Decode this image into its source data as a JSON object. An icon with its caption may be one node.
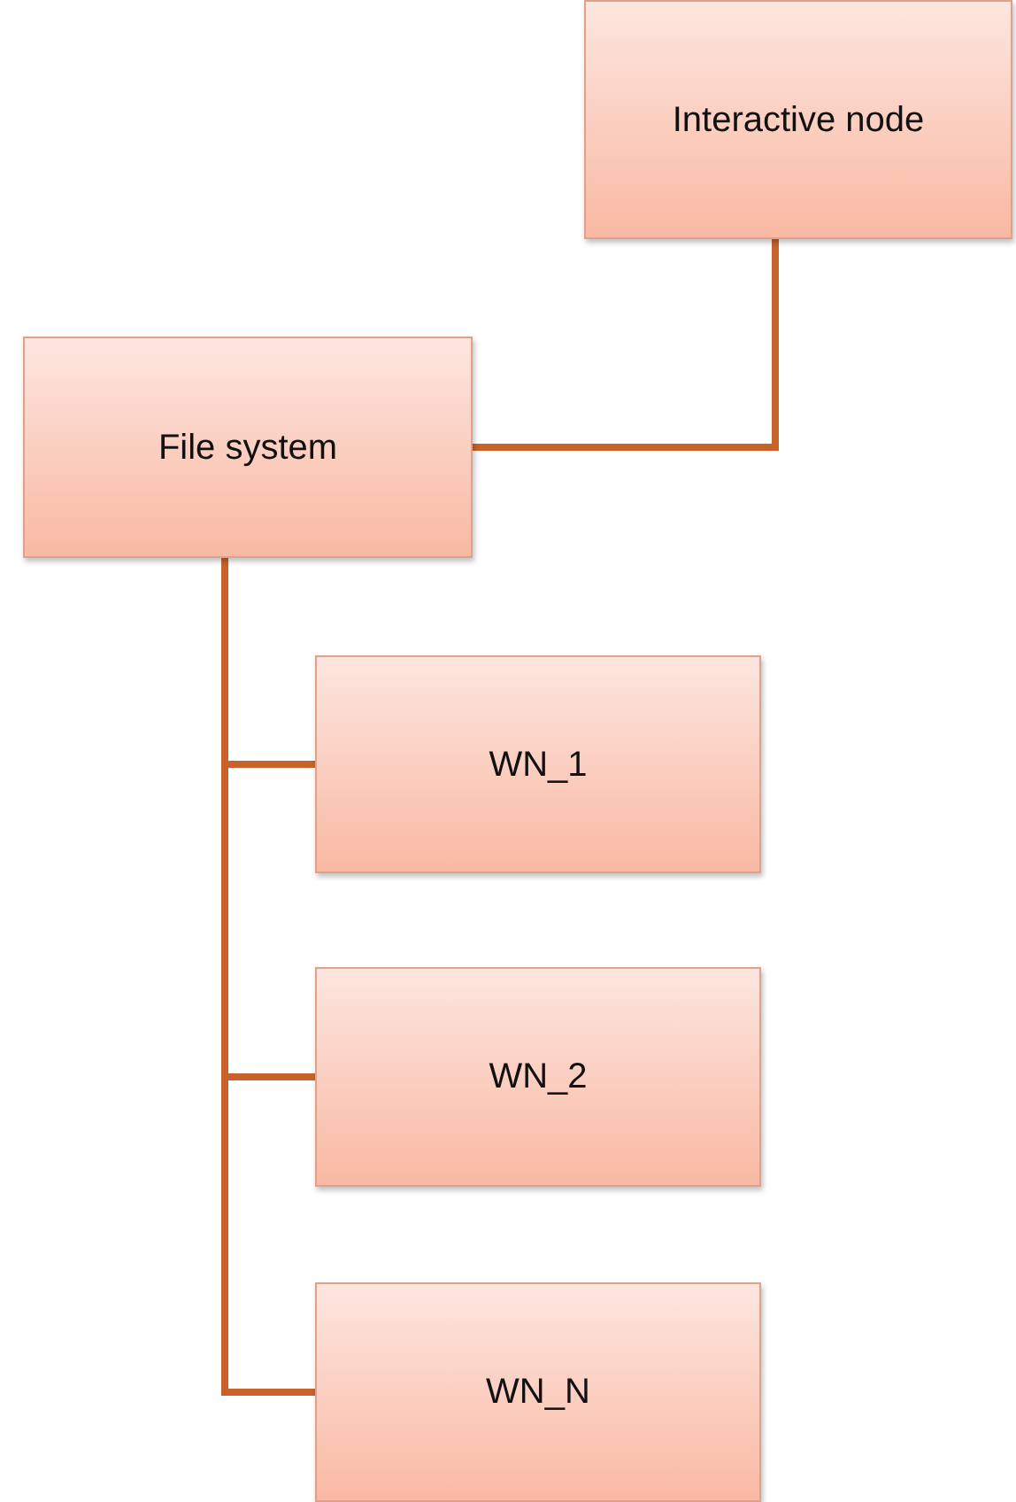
{
  "diagram": {
    "nodes": [
      {
        "text": [
          "Interactive node"
        ]
      },
      {
        "text": [
          "File system"
        ]
      },
      {
        "text": [
          "WN_1"
        ]
      },
      {
        "text": [
          "WN_2"
        ]
      },
      {
        "text": [
          "WN_N"
        ]
      }
    ],
    "edges": [
      {
        "from": 0,
        "to": 1,
        "arrow": "none"
      },
      {
        "from": 1,
        "to": 2,
        "arrow": "none"
      },
      {
        "from": 1,
        "to": 3,
        "arrow": "none"
      },
      {
        "from": 1,
        "to": 4,
        "arrow": "none"
      }
    ]
  }
}
